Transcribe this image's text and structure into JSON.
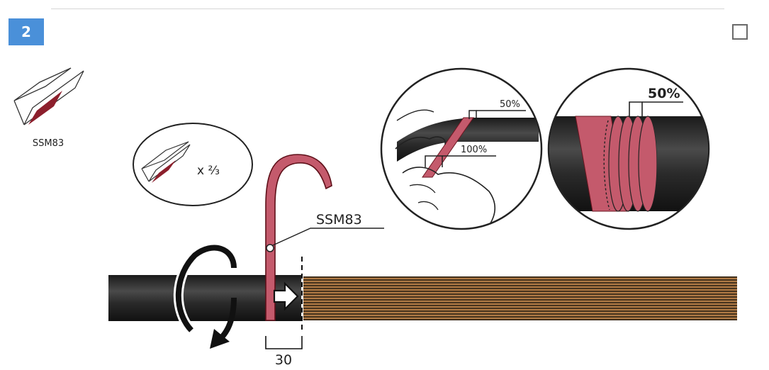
{
  "step": {
    "number": "2"
  },
  "checkbox": {
    "checked": false
  },
  "product": {
    "label": "SSM83"
  },
  "inset_small": {
    "multiplier": "x ⅔"
  },
  "callout": {
    "label": "SSM83"
  },
  "dimension": {
    "value": "30"
  },
  "detail_overlap": {
    "overlap_label": "50%",
    "width_label": "100%"
  },
  "detail_result": {
    "overlap_label": "50%"
  },
  "colors": {
    "tape": "#c45a6c",
    "tape_dark": "#8c1f2c",
    "cable": "#262626",
    "conductor": "#b07a45",
    "badge": "#4a90d9"
  },
  "icons": [
    "tape-roll-icon",
    "rotation-arrow-icon",
    "push-arrow-icon",
    "checkbox-icon"
  ]
}
